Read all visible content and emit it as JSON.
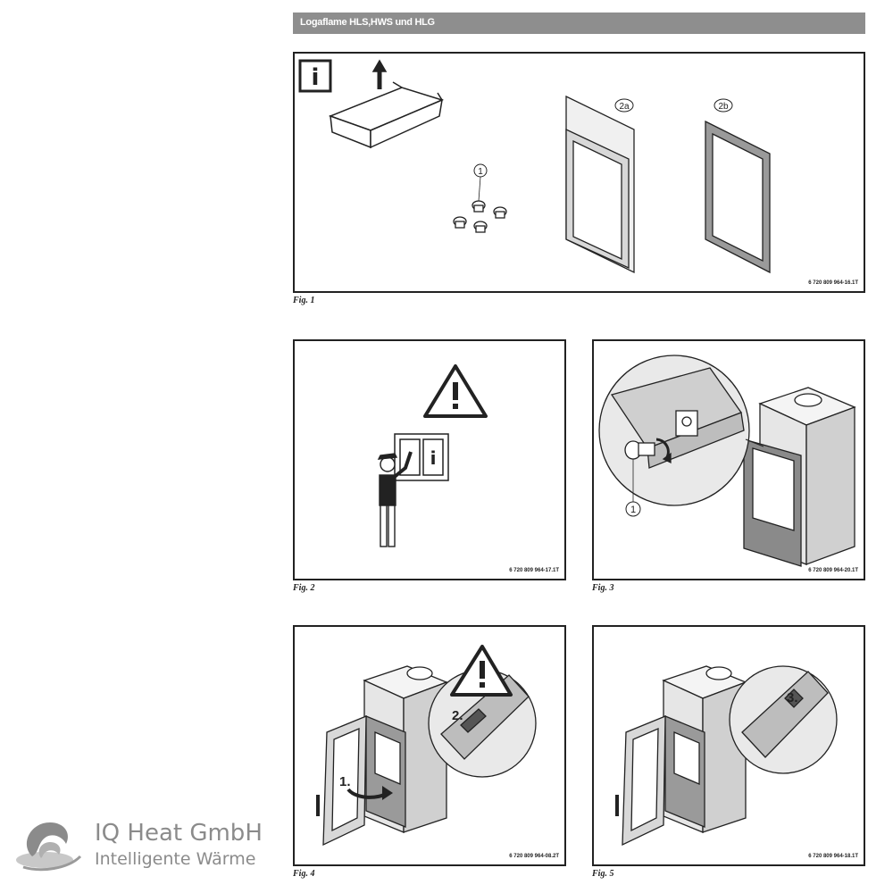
{
  "header": {
    "title": "Logaflame HLS,HWS und HLG"
  },
  "figures": [
    {
      "label": "Fig. 1",
      "code": "6 720 809 964-16.1T",
      "callouts": [
        "1",
        "2a",
        "2b"
      ]
    },
    {
      "label": "Fig. 2",
      "code": "6 720 809 964-17.1T",
      "callouts": []
    },
    {
      "label": "Fig. 3",
      "code": "6 720 809 964-20.1T",
      "callouts": [
        "1"
      ]
    },
    {
      "label": "Fig. 4",
      "code": "6 720 809 964-08.2T",
      "callouts": [
        "1.",
        "2."
      ]
    },
    {
      "label": "Fig. 5",
      "code": "6 720 809 964-18.1T",
      "callouts": [
        "3."
      ]
    }
  ],
  "icons": {
    "info": "info-icon",
    "warning": "warning-triangle-icon"
  },
  "info_glyph": "i",
  "logo": {
    "name": "IQ Heat GmbH",
    "tagline": "Intelligente Wärme"
  },
  "colors": {
    "header_bar": "#8e8e8e",
    "line": "#222222",
    "logo_text": "#8b8b8b"
  }
}
